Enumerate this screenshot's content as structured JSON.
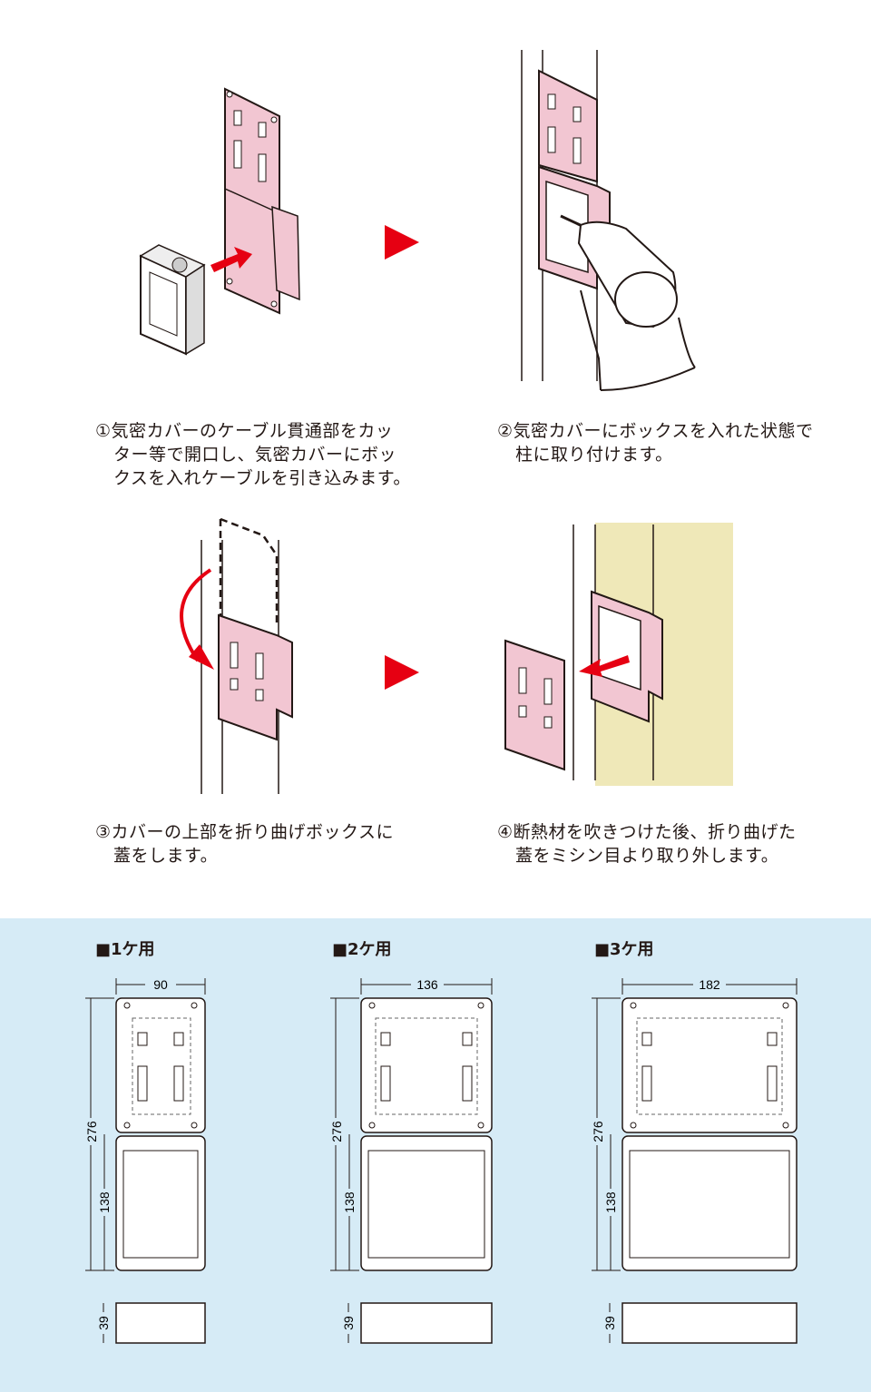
{
  "steps": [
    {
      "lines": [
        "①気密カバーのケーブル貫通部をカッ",
        "ター等で開口し、気密カバーにボッ",
        "クスを入れケーブルを引き込みます。"
      ]
    },
    {
      "lines": [
        "②気密カバーにボックスを入れた状態で",
        "柱に取り付けます。"
      ]
    },
    {
      "lines": [
        "③カバーの上部を折り曲げボックスに",
        "蓋をします。"
      ]
    },
    {
      "lines": [
        "④断熱材を吹きつけた後、折り曲げた",
        "蓋をミシン目より取り外します。"
      ]
    }
  ],
  "specs": [
    {
      "label": "■1ケ用",
      "width": "90",
      "height": "276",
      "box_height": "138",
      "depth": "39"
    },
    {
      "label": "■2ケ用",
      "width": "136",
      "height": "276",
      "box_height": "138",
      "depth": "39"
    },
    {
      "label": "■3ケ用",
      "width": "182",
      "height": "276",
      "box_height": "138",
      "depth": "39"
    }
  ],
  "colors": {
    "cover_pink": "#f2c6d2",
    "arrow_red": "#e60012",
    "insulation": "#efe8b8",
    "spec_bg": "#d6ebf6"
  }
}
